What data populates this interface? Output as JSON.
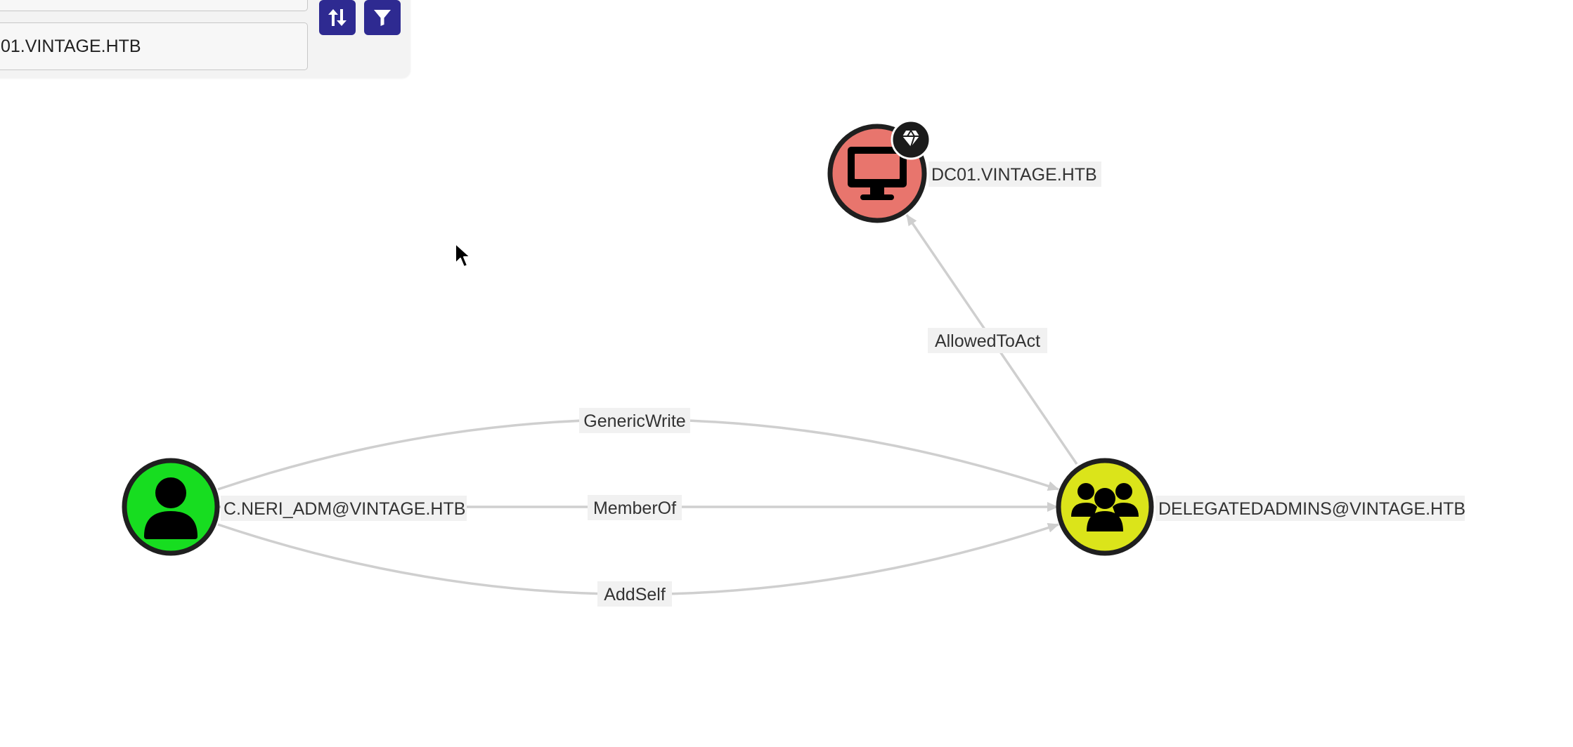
{
  "search_panel": {
    "start_node_value": "",
    "target_node_value": "01.VINTAGE.HTB",
    "swap_icon": "swap-vertical-arrows-icon",
    "filter_icon": "filter-funnel-icon"
  },
  "graph": {
    "nodes": {
      "computer": {
        "label": "DC01.VINTAGE.HTB",
        "type_icon": "computer-monitor-icon",
        "badge_icon": "tier-zero-gem-icon",
        "fill": "#e8756d"
      },
      "user": {
        "label": "C.NERI_ADM@VINTAGE.HTB",
        "type_icon": "user-person-icon",
        "fill": "#17dd20"
      },
      "group": {
        "label": "DELEGATEDADMINS@VINTAGE.HTB",
        "type_icon": "group-users-icon",
        "fill": "#dbe41a"
      }
    },
    "edges": {
      "allowed_to_act": "AllowedToAct",
      "generic_write": "GenericWrite",
      "member_of": "MemberOf",
      "add_self": "AddSelf"
    },
    "colors": {
      "edge": "#cfcfcf",
      "node_border": "#1f1f1f",
      "panel_button": "#2e2a91"
    }
  }
}
